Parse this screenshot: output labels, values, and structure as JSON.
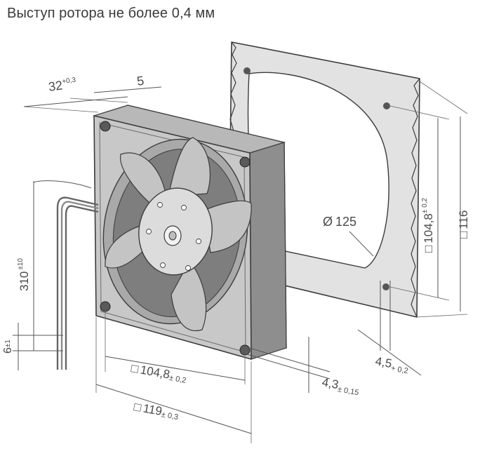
{
  "title": "Выступ ротора не более 0,4 мм",
  "dimensions": {
    "depth": {
      "value": "32",
      "tol": "+0,3"
    },
    "flange": {
      "value": "5"
    },
    "cable_length": {
      "value": "310",
      "tol": "±10"
    },
    "wire_strip": {
      "value": "6",
      "tol": "±1"
    },
    "hole_pitch_bottom": {
      "symbol": "□",
      "value": "104,8",
      "tol": "± 0,2"
    },
    "housing_width": {
      "symbol": "□",
      "value": "119",
      "tol": "± 0,3"
    },
    "hole_dia_front": {
      "value": "4,3",
      "tol": "± 0,15"
    },
    "hole_dia_cutout": {
      "value": "4,5",
      "tol": "+ 0,2"
    },
    "cutout_diameter": {
      "symbol": "Ø",
      "value": "125"
    },
    "hole_pitch_right": {
      "symbol": "□",
      "value": "104,8",
      "tol": "± 0,2"
    },
    "panel_size": {
      "symbol": "□",
      "value": "116"
    }
  },
  "colors": {
    "fan_body": "#c8c8c8",
    "fan_dark": "#8e8e8e",
    "panel": "#e2e2e2",
    "blade": "#c4c4c4",
    "outline": "#3c3c3c"
  }
}
